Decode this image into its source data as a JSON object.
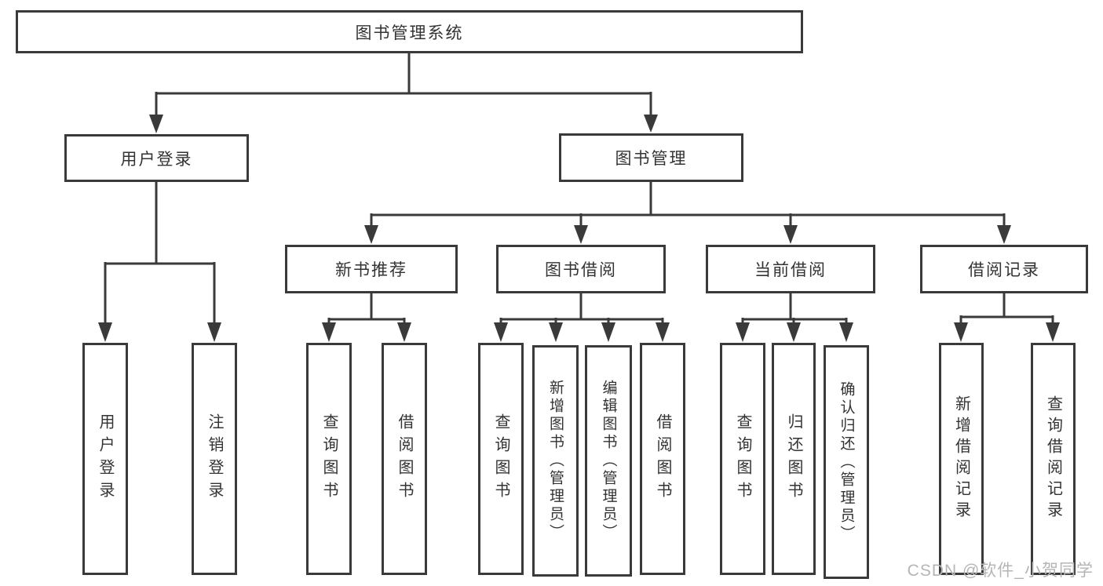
{
  "diagram": {
    "root": {
      "label": "图书管理系统"
    },
    "level2": [
      {
        "id": "user-login",
        "label": "用户登录"
      },
      {
        "id": "book-management",
        "label": "图书管理"
      }
    ],
    "level3": [
      {
        "id": "new-book-recommend",
        "label": "新书推荐"
      },
      {
        "id": "book-borrowing",
        "label": "图书借阅"
      },
      {
        "id": "current-borrowing",
        "label": "当前借阅"
      },
      {
        "id": "borrowing-records",
        "label": "借阅记录"
      }
    ],
    "leaves": [
      {
        "id": "user-login-leaf",
        "label": "用户登录"
      },
      {
        "id": "logout",
        "label": "注销登录"
      },
      {
        "id": "query-books-recommend",
        "label": "查询图书"
      },
      {
        "id": "borrow-books-recommend",
        "label": "借阅图书"
      },
      {
        "id": "query-books-borrowing",
        "label": "查询图书"
      },
      {
        "id": "add-books-admin",
        "label": "新增图书（管理员）"
      },
      {
        "id": "edit-books-admin",
        "label": "编辑图书（管理员）"
      },
      {
        "id": "borrow-books-borrowing",
        "label": "借阅图书"
      },
      {
        "id": "query-books-current",
        "label": "查询图书"
      },
      {
        "id": "return-books",
        "label": "归还图书"
      },
      {
        "id": "confirm-return-admin",
        "label": "确认归还（管理员）"
      },
      {
        "id": "add-borrow-record",
        "label": "新增借阅记录"
      },
      {
        "id": "query-borrow-record",
        "label": "查询借阅记录"
      }
    ]
  },
  "watermark": {
    "text": "CSDN @软件_小贺同学"
  },
  "colors": {
    "line": "#3a3a3a",
    "text": "#333333",
    "watermark_gray": "#b5b5b5",
    "background": "#ffffff"
  }
}
